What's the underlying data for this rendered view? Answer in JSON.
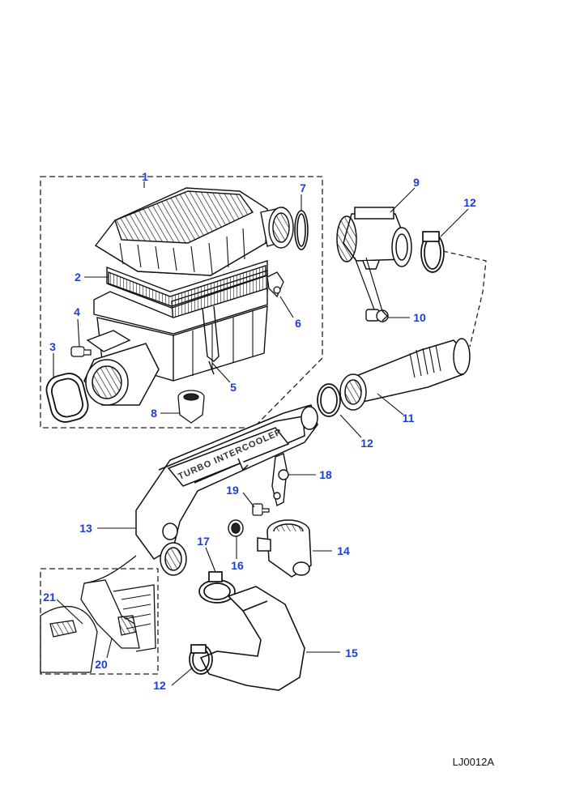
{
  "figure_ref": "LJ0012A",
  "accent_color": "#1a3fd6",
  "callouts": {
    "c1": "1",
    "c2": "2",
    "c3": "3",
    "c4": "4",
    "c5": "5",
    "c6": "6",
    "c7": "7",
    "c8": "8",
    "c9": "9",
    "c10": "10",
    "c11": "11",
    "c12a": "12",
    "c12b": "12",
    "c12c": "12",
    "c13": "13",
    "c14": "14",
    "c15": "15",
    "c16": "16",
    "c17": "17",
    "c18": "18",
    "c19": "19",
    "c20": "20",
    "c21": "21"
  },
  "embossed_text": "TURBO INTERCOOLER"
}
